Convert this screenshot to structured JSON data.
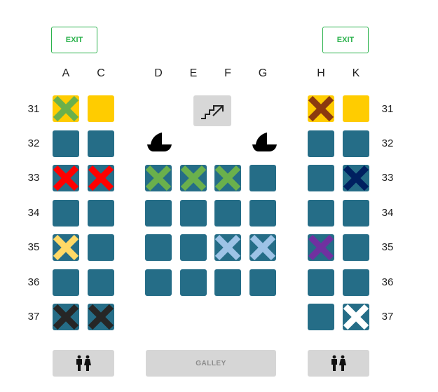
{
  "exits": [
    "EXIT",
    "EXIT"
  ],
  "columns": [
    "A",
    "C",
    "D",
    "E",
    "F",
    "G",
    "H",
    "K"
  ],
  "rows": [
    "31",
    "32",
    "33",
    "34",
    "35",
    "36",
    "37"
  ],
  "galley_label": "GALLEY",
  "icons": {
    "stairs": "stairs-icon",
    "bassinet": "bassinet-icon",
    "lavatory": "lavatory-icon"
  },
  "colors": {
    "available_seat": "#256d87",
    "extra_legroom_seat": "#ffcc00",
    "exit_border": "#2bb24c",
    "facility": "#d6d6d6"
  },
  "seats": [
    {
      "id": "31A",
      "row": "31",
      "col": "A",
      "status": "extra",
      "mark": "#6ab04c"
    },
    {
      "id": "31C",
      "row": "31",
      "col": "C",
      "status": "extra",
      "mark": null
    },
    {
      "id": "31H",
      "row": "31",
      "col": "H",
      "status": "extra",
      "mark": "#8b3a0f"
    },
    {
      "id": "31K",
      "row": "31",
      "col": "K",
      "status": "extra",
      "mark": null
    },
    {
      "id": "32A",
      "row": "32",
      "col": "A",
      "status": "avail",
      "mark": null
    },
    {
      "id": "32C",
      "row": "32",
      "col": "C",
      "status": "avail",
      "mark": null
    },
    {
      "id": "32H",
      "row": "32",
      "col": "H",
      "status": "avail",
      "mark": null
    },
    {
      "id": "32K",
      "row": "32",
      "col": "K",
      "status": "avail",
      "mark": null
    },
    {
      "id": "33A",
      "row": "33",
      "col": "A",
      "status": "avail",
      "mark": "#ff0000"
    },
    {
      "id": "33C",
      "row": "33",
      "col": "C",
      "status": "avail",
      "mark": "#ff0000"
    },
    {
      "id": "33D",
      "row": "33",
      "col": "D",
      "status": "avail",
      "mark": "#6ab04c"
    },
    {
      "id": "33E",
      "row": "33",
      "col": "E",
      "status": "avail",
      "mark": "#6ab04c"
    },
    {
      "id": "33F",
      "row": "33",
      "col": "F",
      "status": "avail",
      "mark": "#6ab04c"
    },
    {
      "id": "33G",
      "row": "33",
      "col": "G",
      "status": "avail",
      "mark": null
    },
    {
      "id": "33H",
      "row": "33",
      "col": "H",
      "status": "avail",
      "mark": null
    },
    {
      "id": "33K",
      "row": "33",
      "col": "K",
      "status": "avail",
      "mark": "#002060"
    },
    {
      "id": "34A",
      "row": "34",
      "col": "A",
      "status": "avail",
      "mark": null
    },
    {
      "id": "34C",
      "row": "34",
      "col": "C",
      "status": "avail",
      "mark": null
    },
    {
      "id": "34D",
      "row": "34",
      "col": "D",
      "status": "avail",
      "mark": null
    },
    {
      "id": "34E",
      "row": "34",
      "col": "E",
      "status": "avail",
      "mark": null
    },
    {
      "id": "34F",
      "row": "34",
      "col": "F",
      "status": "avail",
      "mark": null
    },
    {
      "id": "34G",
      "row": "34",
      "col": "G",
      "status": "avail",
      "mark": null
    },
    {
      "id": "34H",
      "row": "34",
      "col": "H",
      "status": "avail",
      "mark": null
    },
    {
      "id": "34K",
      "row": "34",
      "col": "K",
      "status": "avail",
      "mark": null
    },
    {
      "id": "35A",
      "row": "35",
      "col": "A",
      "status": "avail",
      "mark": "#ffd966"
    },
    {
      "id": "35C",
      "row": "35",
      "col": "C",
      "status": "avail",
      "mark": null
    },
    {
      "id": "35D",
      "row": "35",
      "col": "D",
      "status": "avail",
      "mark": null
    },
    {
      "id": "35E",
      "row": "35",
      "col": "E",
      "status": "avail",
      "mark": null
    },
    {
      "id": "35F",
      "row": "35",
      "col": "F",
      "status": "avail",
      "mark": "#9dc3e6"
    },
    {
      "id": "35G",
      "row": "35",
      "col": "G",
      "status": "avail",
      "mark": "#9dc3e6"
    },
    {
      "id": "35H",
      "row": "35",
      "col": "H",
      "status": "avail",
      "mark": "#7030a0"
    },
    {
      "id": "35K",
      "row": "35",
      "col": "K",
      "status": "avail",
      "mark": null
    },
    {
      "id": "36A",
      "row": "36",
      "col": "A",
      "status": "avail",
      "mark": null
    },
    {
      "id": "36C",
      "row": "36",
      "col": "C",
      "status": "avail",
      "mark": null
    },
    {
      "id": "36D",
      "row": "36",
      "col": "D",
      "status": "avail",
      "mark": null
    },
    {
      "id": "36E",
      "row": "36",
      "col": "E",
      "status": "avail",
      "mark": null
    },
    {
      "id": "36F",
      "row": "36",
      "col": "F",
      "status": "avail",
      "mark": null
    },
    {
      "id": "36G",
      "row": "36",
      "col": "G",
      "status": "avail",
      "mark": null
    },
    {
      "id": "36H",
      "row": "36",
      "col": "H",
      "status": "avail",
      "mark": null
    },
    {
      "id": "36K",
      "row": "36",
      "col": "K",
      "status": "avail",
      "mark": null
    },
    {
      "id": "37A",
      "row": "37",
      "col": "A",
      "status": "avail",
      "mark": "#262626"
    },
    {
      "id": "37C",
      "row": "37",
      "col": "C",
      "status": "avail",
      "mark": "#262626"
    },
    {
      "id": "37H",
      "row": "37",
      "col": "H",
      "status": "avail",
      "mark": null
    },
    {
      "id": "37K",
      "row": "37",
      "col": "K",
      "status": "avail",
      "mark": "#ffffff"
    }
  ]
}
